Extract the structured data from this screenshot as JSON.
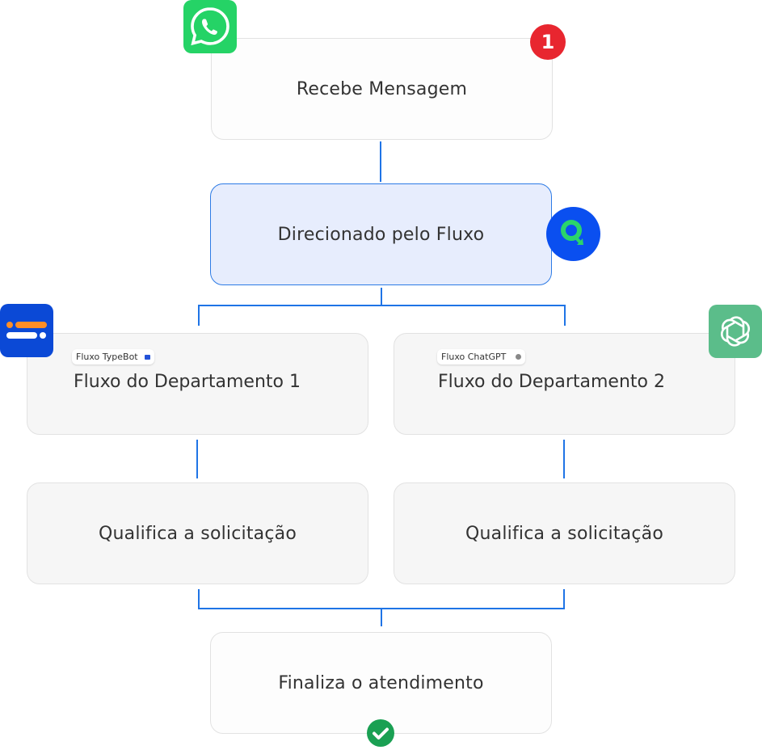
{
  "nodes": {
    "receive": {
      "label": "Recebe Mensagem",
      "step_badge": "1"
    },
    "route": {
      "label": "Direcionado pelo Fluxo"
    },
    "dept1": {
      "label": "Fluxo do Departamento 1",
      "tag": "Fluxo TypeBot"
    },
    "dept2": {
      "label": "Fluxo do Departamento 2",
      "tag": "Fluxo ChatGPT"
    },
    "qualify1": {
      "label": "Qualifica a solicitação"
    },
    "qualify2": {
      "label": "Qualifica a solicitação"
    },
    "finish": {
      "label": "Finaliza o atendimento"
    }
  },
  "icons": {
    "whatsapp": "whatsapp-icon",
    "flow_logo": "q-logo-icon",
    "typebot": "typebot-icon",
    "chatgpt": "chatgpt-icon",
    "done": "check-circle-icon"
  },
  "colors": {
    "connector": "#1f74e6",
    "whatsapp": "#25d366",
    "badge_red": "#e8262f",
    "flow_blue": "#0a4ff0",
    "typebot_blue": "#0b49d6",
    "chatgpt_green": "#5bbd8a",
    "check_green": "#1aa053"
  }
}
